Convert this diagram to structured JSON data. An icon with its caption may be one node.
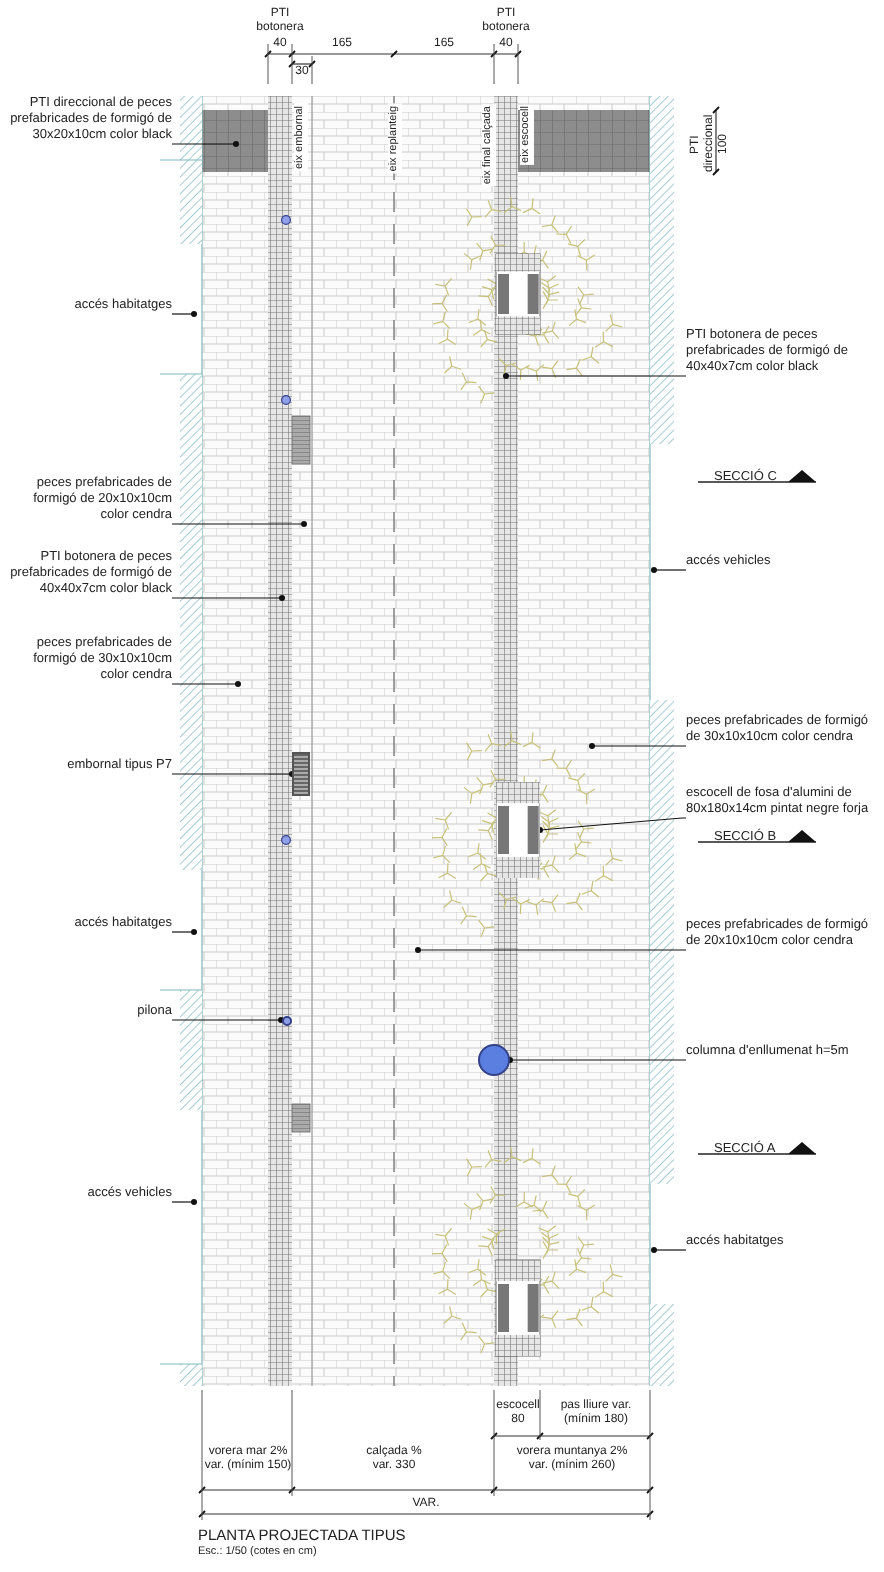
{
  "diagram": {
    "title": "PLANTA PROJECTADA TIPUS",
    "caption": "Esc.: 1/50 (cotes en cm)",
    "nodes": [
      {
        "text": [
          "PTI direccional de peces prefabricades de formigó de 30x20x10cm color black"
        ]
      },
      {
        "text": [
          "accés habitatges"
        ]
      },
      {
        "text": [
          "PTI botonera de peces prefabricades de formigó de 40x40x7cm color black"
        ]
      },
      {
        "text": [
          "peces prefabricades de formigó de 20x10x10cm color cendra"
        ]
      },
      {
        "text": [
          "accés vehicles"
        ]
      },
      {
        "text": [
          "PTI botonera de peces prefabricades de formigó de 40x40x7cm color black"
        ]
      },
      {
        "text": [
          "peces prefabricades de formigó de 30x10x10cm color cendra"
        ]
      },
      {
        "text": [
          "peces prefabricades de formigó de 30x10x10cm color cendra"
        ]
      },
      {
        "text": [
          "embornal tipus P7"
        ]
      },
      {
        "text": [
          "escocell de fosa d'alumini de 80x180x14cm pintat negre forja"
        ]
      },
      {
        "text": [
          "accés habitatges"
        ]
      },
      {
        "text": [
          "peces prefabricades de formigó de 20x10x10cm color cendra"
        ]
      },
      {
        "text": [
          "pilona"
        ]
      },
      {
        "text": [
          "columna d'enllumenat h=5m"
        ]
      },
      {
        "text": [
          "accés vehicles"
        ]
      },
      {
        "text": [
          "accés habitatges"
        ]
      },
      {
        "text": [],
        "shape": "box"
      },
      {
        "text": [],
        "shape": "box"
      },
      {
        "text": [],
        "shape": "circle"
      },
      {
        "text": [],
        "shape": "circle"
      }
    ],
    "edges": [
      {
        "from": 0,
        "to": null,
        "arrow": "other"
      },
      {
        "from": 1,
        "to": null,
        "arrow": "other"
      },
      {
        "from": 2,
        "to": null,
        "arrow": "other"
      },
      {
        "from": 3,
        "to": null,
        "arrow": "other"
      },
      {
        "from": 4,
        "to": null,
        "arrow": "other"
      },
      {
        "from": 5,
        "to": null,
        "arrow": "other"
      },
      {
        "from": 6,
        "to": null,
        "arrow": "other"
      },
      {
        "from": 7,
        "to": null,
        "arrow": "other"
      },
      {
        "from": 8,
        "to": 16,
        "arrow": "other"
      },
      {
        "from": 9,
        "to": 17,
        "arrow": "other"
      },
      {
        "from": 10,
        "to": null,
        "arrow": "other"
      },
      {
        "from": 11,
        "to": null,
        "arrow": "other"
      },
      {
        "from": 12,
        "to": 18,
        "arrow": "other"
      },
      {
        "from": 13,
        "to": 19,
        "arrow": "other"
      },
      {
        "from": 14,
        "to": null,
        "arrow": "other"
      },
      {
        "from": 15,
        "to": null,
        "arrow": "other"
      }
    ],
    "labels": [
      "PTI botonera",
      "40",
      "30",
      "165",
      "165",
      "PTI botonera",
      "40",
      "eix embornal",
      "eix replanteig",
      "eix final calçada",
      "eix escocell",
      "PTI direccional 100",
      "SECCIÓ C",
      "SECCIÓ B",
      "SECCIÓ A",
      "escocell 80",
      "pas lliure var. (mínim 180)",
      "vorera mar 2% var. (mínim 150)",
      "calçada % var. 330",
      "vorera muntanya 2% var. (mínim 260)",
      "VAR."
    ]
  }
}
